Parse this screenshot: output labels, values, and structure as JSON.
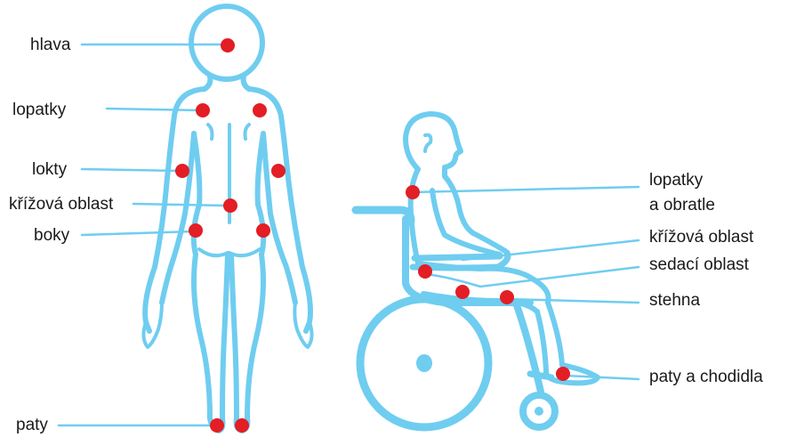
{
  "colors": {
    "figure": "#6fcdf0",
    "marker": "#e31e24",
    "text": "#1a1a1a",
    "background": "#ffffff"
  },
  "standing_figure": {
    "labels": {
      "head": "hlava",
      "shoulder_blades": "lopatky",
      "elbows": "lokty",
      "sacral": "křížová oblast",
      "hips": "boky",
      "heels": "paty"
    }
  },
  "seated_figure": {
    "labels": {
      "shoulder_blades_line1": "lopatky",
      "shoulder_blades_line2": "a obratle",
      "sacral": "křížová oblast",
      "seat": "sedací oblast",
      "thighs": "stehna",
      "heels_feet": "paty a chodidla"
    }
  }
}
